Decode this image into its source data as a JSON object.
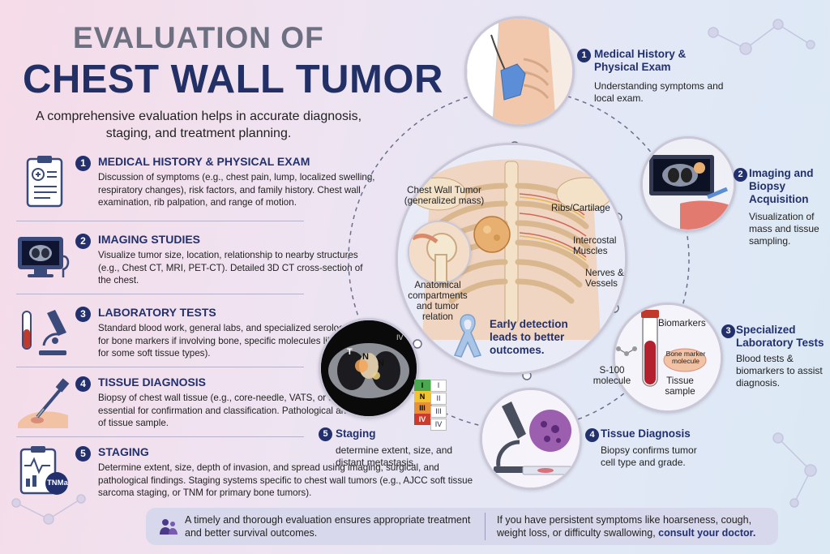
{
  "title": {
    "line1": "EVALUATION OF",
    "line2": "CHEST WALL TUMOR"
  },
  "intro": "A comprehensive evaluation helps in accurate diagnosis, staging, and treatment planning.",
  "left_steps": [
    {
      "number": "1",
      "heading": "MEDICAL HISTORY & PHYSICAL EXAM",
      "body": "Discussion of symptoms (e.g., chest pain, lump, localized swelling, respiratory changes), risk factors, and family history. Chest wall examination, rib palpation, and range of motion.",
      "icon": "clipboard-icon"
    },
    {
      "number": "2",
      "heading": "IMAGING STUDIES",
      "body": "Visualize tumor size, location, relationship to nearby structures (e.g., Chest CT, MRI, PET-CT). Detailed 3D CT cross-section of the chest.",
      "icon": "monitor-icon"
    },
    {
      "number": "3",
      "heading": "LABORATORY TESTS",
      "body": "Standard blood work, general labs, and specialized serology (e.g., for bone markers if involving bone, specific molecules like S-100 for some soft tissue types).",
      "icon": "microscope-icon"
    },
    {
      "number": "4",
      "heading": "TISSUE DIAGNOSIS",
      "body": "Biopsy of chest wall tissue (e.g., core-needle, VATS, or surgical) is essential for confirmation and classification. Pathological analysis of tissue sample.",
      "icon": "needle-icon"
    },
    {
      "number": "5",
      "heading": "STAGING",
      "body": "Determine extent, size, depth of invasion, and spread using imaging, surgical, and pathological findings. Staging systems specific to chest wall tumors (e.g., AJCC soft tissue sarcoma staging, or TNM for primary bone tumors).",
      "icon": "staging-clipboard-icon",
      "badge": "TNMa"
    }
  ],
  "right_steps": [
    {
      "number": "1",
      "heading": "Medical History & Physical Exam",
      "body": "Understanding symptoms and local exam."
    },
    {
      "number": "2",
      "heading": "Imaging and Biopsy Acquisition",
      "body": "Visualization of mass and tissue sampling."
    },
    {
      "number": "3",
      "heading": "Specialized Laboratory Tests",
      "body": "Blood tests & biomarkers to assist diagnosis."
    },
    {
      "number": "4",
      "heading": "Tissue Diagnosis",
      "body": "Biopsy confirms tumor cell type and grade."
    }
  ],
  "staging_step": {
    "number": "5",
    "heading": "Staging",
    "body": "determine extent, size, and distant metastasis."
  },
  "anatomy_labels": {
    "tumor": "Chest Wall Tumor (generalized mass)",
    "ribs": "Ribs/Cartilage",
    "muscles": "Intercostal Muscles",
    "nerves": "Nerves & Vessels",
    "compartments": "Anatomical compartments and tumor relation"
  },
  "awareness": "Early detection leads to better outcomes.",
  "lab_labels": {
    "biomarkers": "Biomarkers",
    "bone_marker": "Bone marker molecule",
    "s100": "S-100 molecule",
    "tissue": "Tissue sample"
  },
  "ct_labels": {
    "t": "T",
    "n1": "N",
    "n2": "N",
    "iv": "IV"
  },
  "stage_legend": [
    "I",
    "N",
    "III",
    "IV"
  ],
  "stage_legend_side": [
    "I",
    "II",
    "III",
    "IV"
  ],
  "footer": {
    "left": "A timely and thorough evaluation ensures appropriate treatment and better survival outcomes.",
    "right_prefix": "If you have persistent symptoms like hoarseness, cough, weight loss, or difficulty swallowing,",
    "right_emphasis": "consult your doctor."
  },
  "colors": {
    "navy": "#22316e",
    "ribbon": "#a9c6e8",
    "tumor": "#e8b070"
  }
}
